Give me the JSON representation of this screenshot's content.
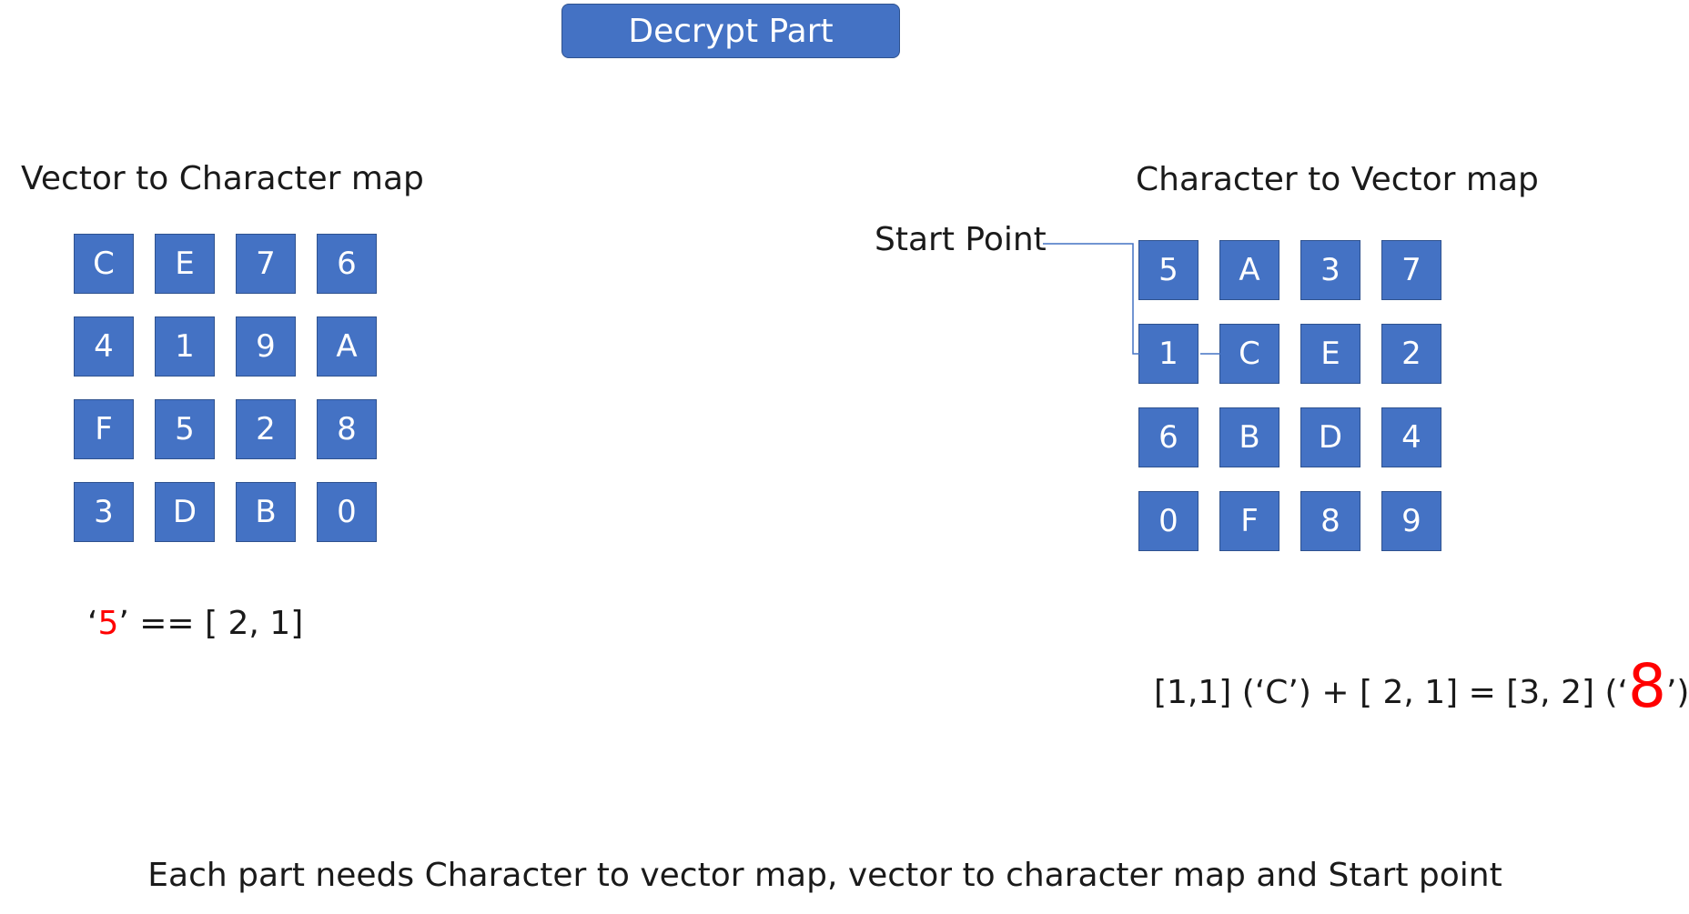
{
  "title": "Decrypt Part",
  "left": {
    "heading": "Vector to Character map",
    "grid": [
      "C",
      "E",
      "7",
      "6",
      "4",
      "1",
      "9",
      "A",
      "F",
      "5",
      "2",
      "8",
      "3",
      "D",
      "B",
      "0"
    ],
    "example": {
      "quote_open": "‘",
      "char": "5",
      "rest": "’ == [ 2, 1]"
    }
  },
  "right": {
    "heading": "Character  to Vector map",
    "start_label": "Start Point",
    "grid": [
      "5",
      "A",
      "3",
      "7",
      "1",
      "C",
      "E",
      "2",
      "6",
      "B",
      "D",
      "4",
      "0",
      "F",
      "8",
      "9"
    ],
    "example": {
      "prefix": "[1,1] (‘C’) + [ 2, 1] = [3, 2] (‘",
      "result": "8",
      "suffix": "’)"
    }
  },
  "footer": "Each part needs Character to vector map, vector to character map and Start point",
  "colors": {
    "cell_fill": "#4472C4",
    "cell_border": "#2F528F",
    "highlight": "#FF0000",
    "connector": "#4472C4"
  }
}
